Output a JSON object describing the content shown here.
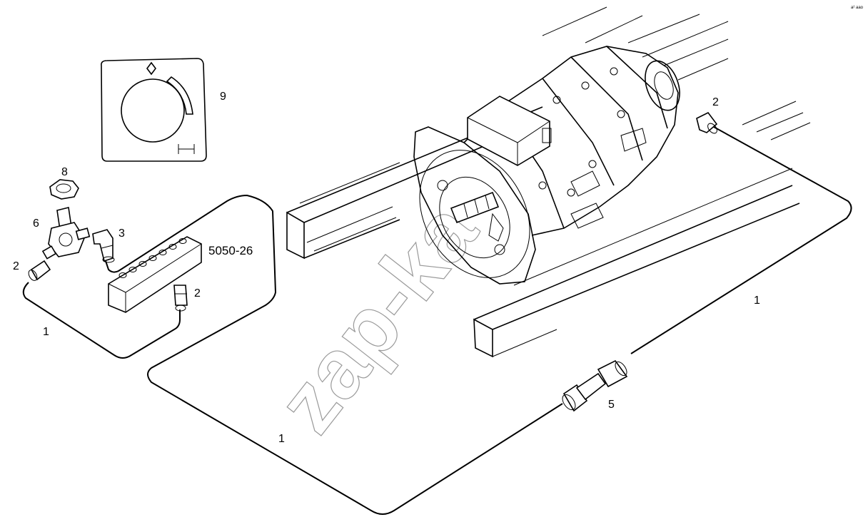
{
  "corner_mark": "а² аао",
  "watermark": "zap-ka",
  "code_label": "5050-26",
  "callouts": {
    "pipe_left": "1",
    "pipe_bottom": "1",
    "pipe_right": "1",
    "fitting_right": "2",
    "fitting_left": "2",
    "fitting_block": "2",
    "elbow": "3",
    "connector": "5",
    "valve": "6",
    "nut": "8",
    "gauge": "9"
  }
}
